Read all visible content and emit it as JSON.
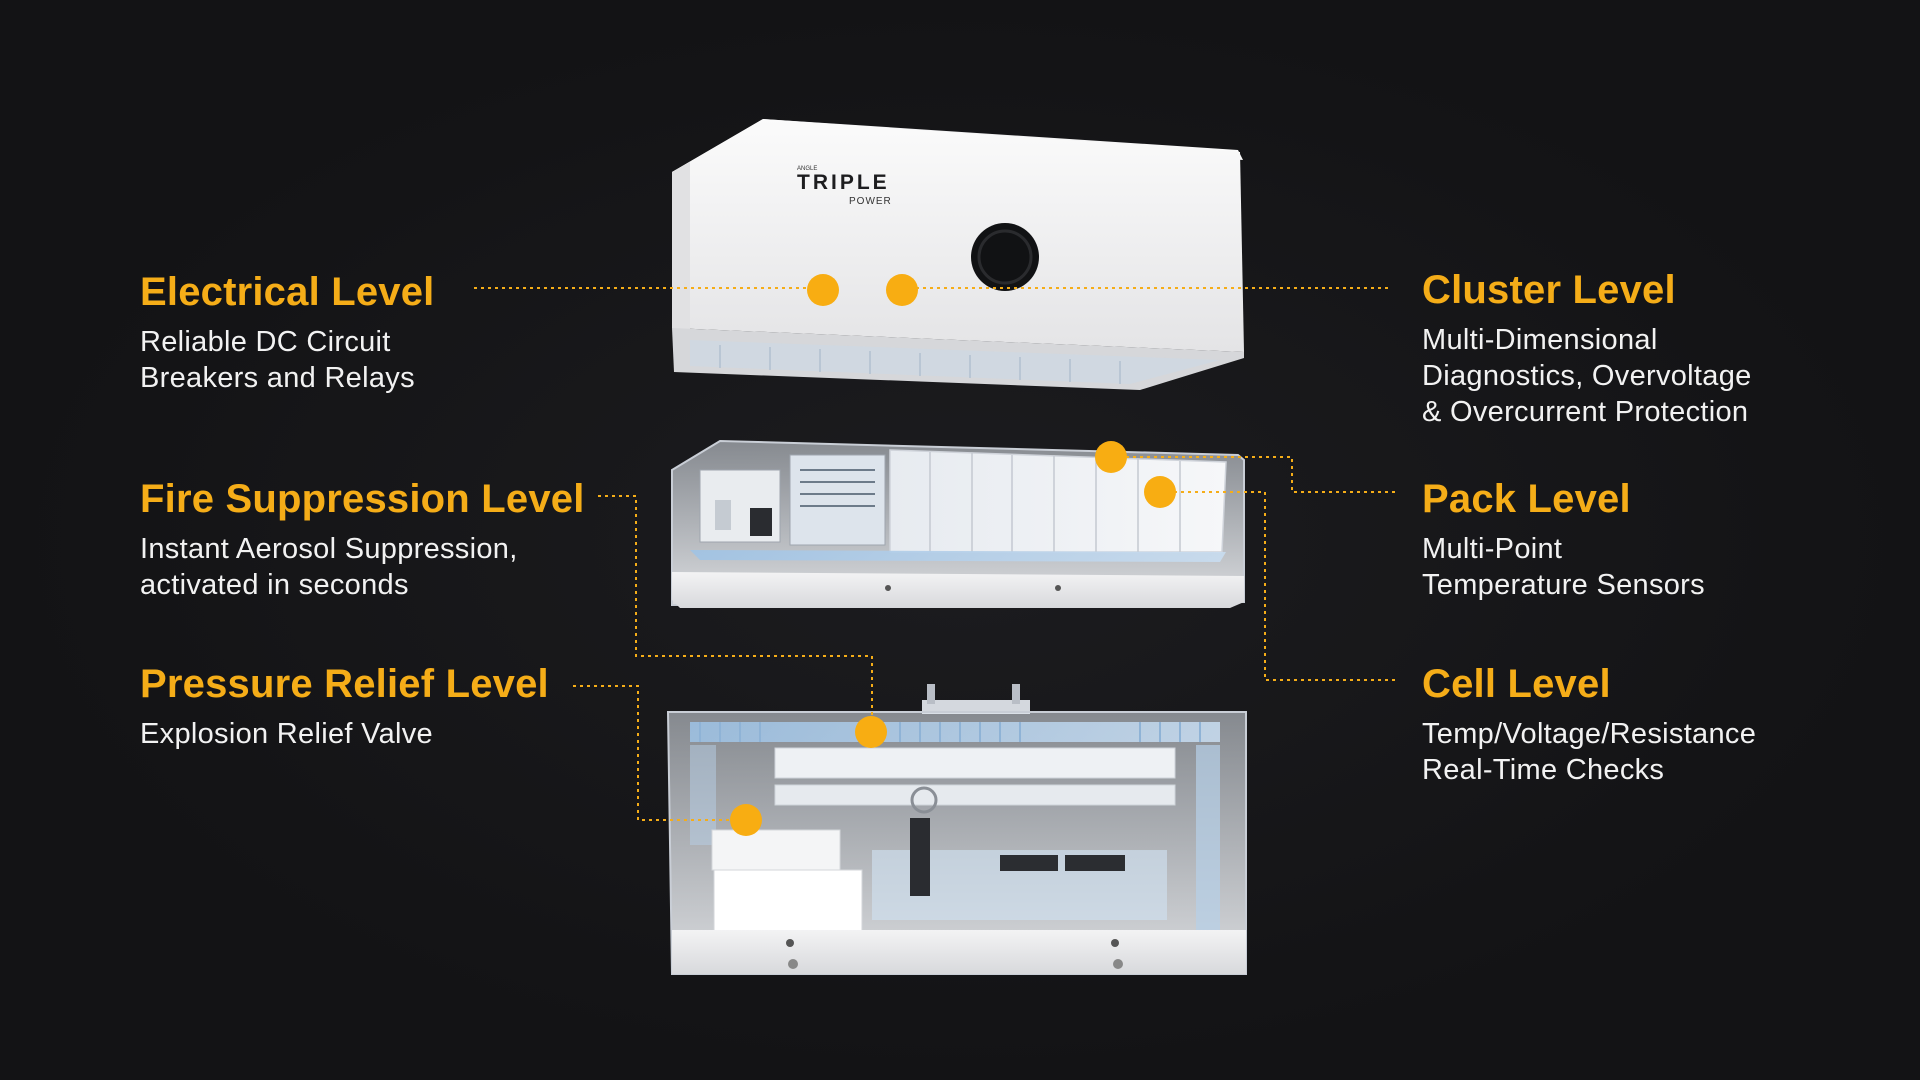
{
  "product": {
    "brand_small": "ANGLE",
    "brand_name": "TRIPLE",
    "brand_sub": "POWER"
  },
  "left_levels": [
    {
      "title": "Electrical Level",
      "desc": [
        "Reliable DC Circuit",
        "Breakers and Relays"
      ]
    },
    {
      "title": "Fire Suppression Level",
      "desc": [
        "Instant Aerosol Suppression,",
        "activated in seconds"
      ]
    },
    {
      "title": "Pressure Relief Level",
      "desc": [
        "Explosion Relief Valve"
      ]
    }
  ],
  "right_levels": [
    {
      "title": "Cluster Level",
      "desc": [
        "Multi-Dimensional",
        "Diagnostics, Overvoltage",
        "& Overcurrent Protection"
      ]
    },
    {
      "title": "Pack Level",
      "desc": [
        "Multi-Point",
        "Temperature Sensors"
      ]
    },
    {
      "title": "Cell Level",
      "desc": [
        "Temp/Voltage/Resistance",
        "Real-Time Checks"
      ]
    }
  ],
  "colors": {
    "accent": "#f5ad18",
    "background": "#151517",
    "text": "#f2f2f2"
  }
}
